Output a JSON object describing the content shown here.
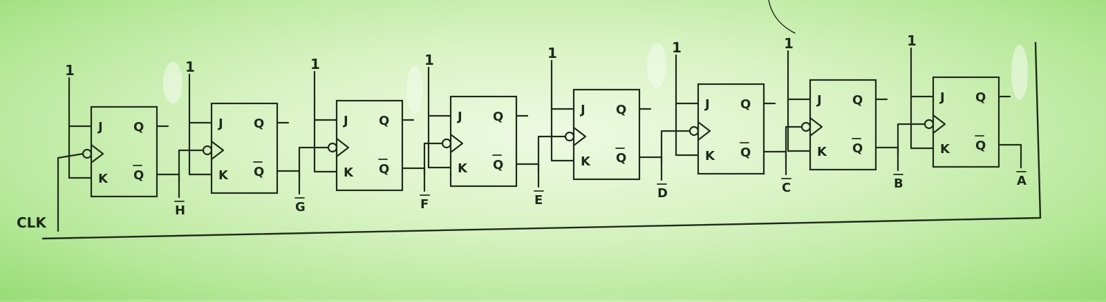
{
  "clock_label": "CLK",
  "pin_labels": {
    "j": "J",
    "k": "K",
    "q": "Q",
    "qbar": "Q"
  },
  "flip_flops": [
    {
      "input_level": "1",
      "output_label": "H"
    },
    {
      "input_level": "1",
      "output_label": "G"
    },
    {
      "input_level": "1",
      "output_label": "F"
    },
    {
      "input_level": "1",
      "output_label": "E"
    },
    {
      "input_level": "1",
      "output_label": "D"
    },
    {
      "input_level": "1",
      "output_label": "C"
    },
    {
      "input_level": "1",
      "output_label": "B"
    },
    {
      "input_level": "1",
      "output_label": "A"
    }
  ],
  "colors": {
    "ink": "#1d2a1a",
    "paper": "#d9f3c4"
  }
}
